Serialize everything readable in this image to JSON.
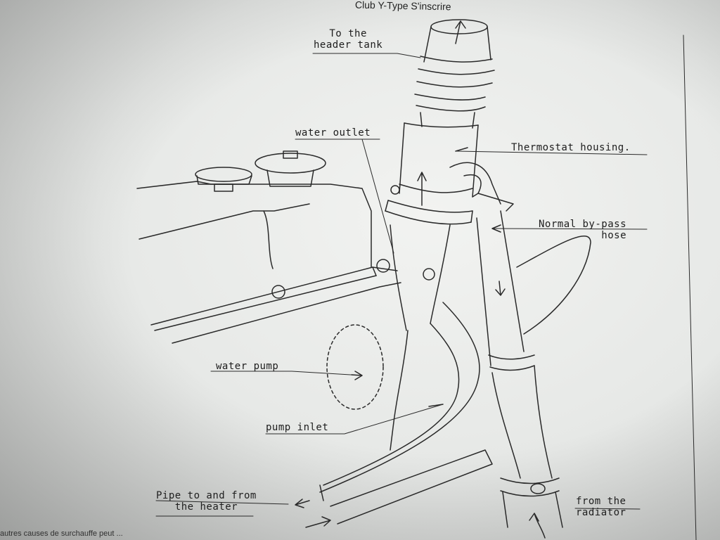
{
  "header": {
    "text": "Club Y-Type S'inscrire"
  },
  "footer": {
    "text": "autres causes de surchauffe peut ..."
  },
  "labels": {
    "header_tank": [
      "To the",
      "header tank"
    ],
    "water_outlet": "water outlet",
    "thermostat": "Thermostat housing.",
    "bypass": [
      "Normal by-pass",
      "hose"
    ],
    "water_pump": "water pump",
    "pump_inlet": "pump inlet",
    "heater": [
      "Pipe to and from",
      "the heater"
    ],
    "radiator": [
      "from the",
      "radiator"
    ]
  },
  "icons": [
    "arrow-icon"
  ]
}
